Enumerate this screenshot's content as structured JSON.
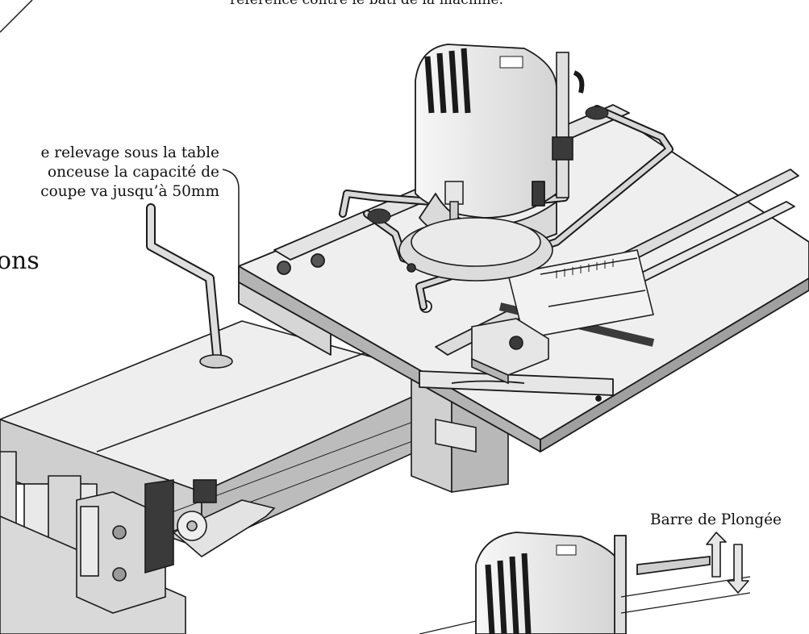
{
  "top_caption": "référence contre le bati de la machine.",
  "callout": {
    "line1": "e relevage sous la table",
    "line2": "onceuse la capacité de",
    "line3": "coupe va jusqu’à 50mm"
  },
  "side_word": "ons",
  "plunge_label": "Barre de Plongée",
  "colors": {
    "ink": "#1a1a1a",
    "metal_light": "#e6e6e6",
    "metal_mid": "#bdbdbd",
    "metal_dark": "#7a7a7a",
    "rubber": "#3a3a3a"
  }
}
